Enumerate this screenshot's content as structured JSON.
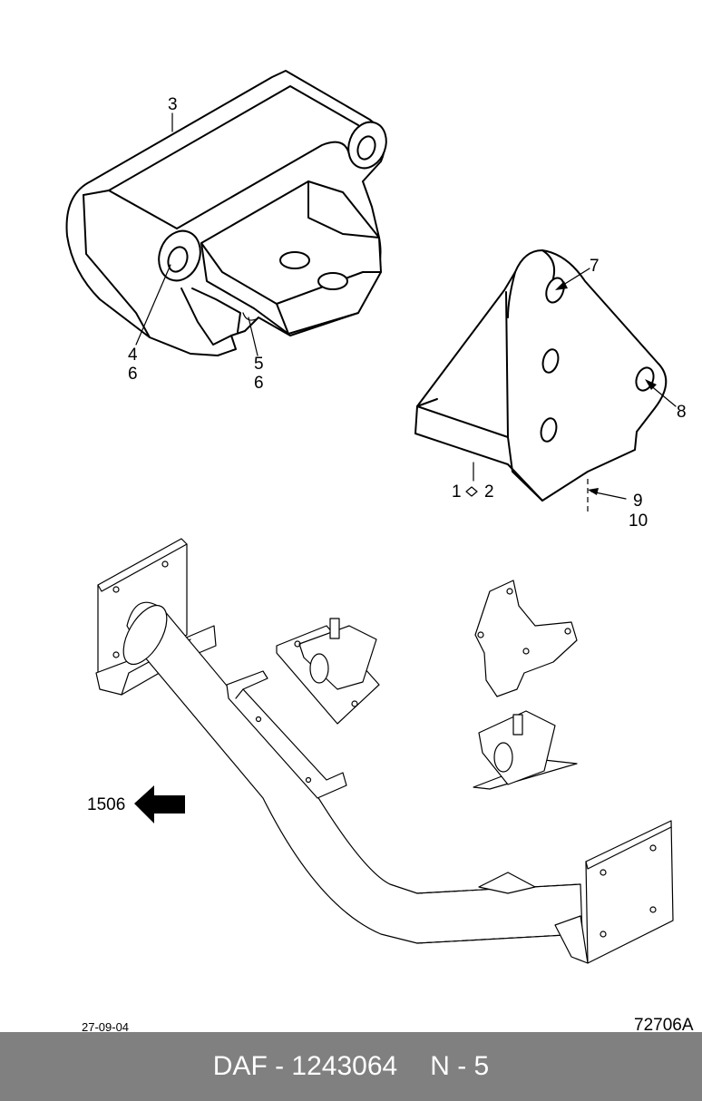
{
  "callouts": {
    "c3": "3",
    "c4": "4",
    "c6a": "6",
    "c5": "5",
    "c6b": "6",
    "c7": "7",
    "c8": "8",
    "c1": "1",
    "c2": "2",
    "c9": "9",
    "c10": "10",
    "c1506": "1506"
  },
  "date": "27-09-04",
  "drawing_code": "72706A",
  "footer": {
    "part": "DAF - 1243064",
    "page": "N - 5"
  },
  "colors": {
    "footer_bg": "#808080",
    "footer_text": "#ffffff",
    "line": "#000000"
  }
}
